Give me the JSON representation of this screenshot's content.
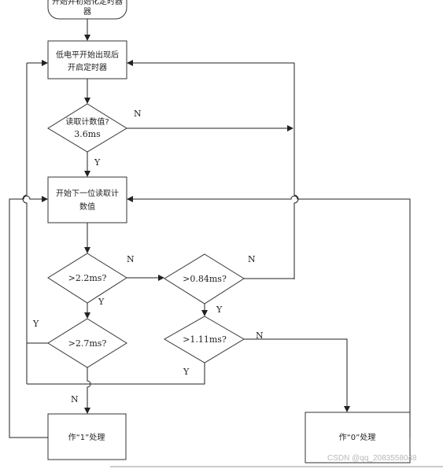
{
  "flowchart": {
    "start": "开始并初始化定时器",
    "steps": {
      "low_level_timer": [
        "低电平开始出现后",
        "开启定时器"
      ],
      "read_count_start": [
        "开始下一位读取计",
        "数值"
      ],
      "process_one": "作“1”处理",
      "process_zero": "作“0”处理"
    },
    "decisions": {
      "read_count": [
        "读取计数值?",
        "3.6ms"
      ],
      "gt_2_2": ">2.2ms?",
      "gt_0_84": ">0.84ms?",
      "gt_2_7": ">2.7ms?",
      "gt_1_11": ">1.11ms?"
    },
    "branch_labels": {
      "yes": "Y",
      "no": "N"
    }
  },
  "watermark": "CSDN @qq_2083558048"
}
